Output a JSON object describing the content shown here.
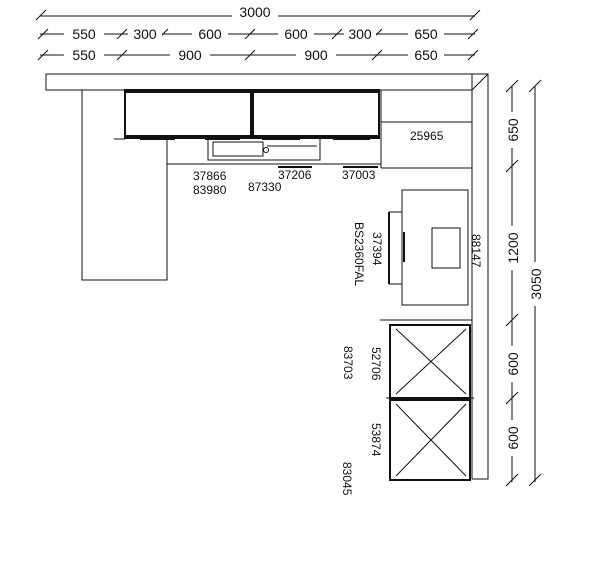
{
  "dimensions": {
    "total_top": "3000",
    "row1": [
      "550",
      "300",
      "600",
      "600",
      "300",
      "650"
    ],
    "row2": [
      "550",
      "900",
      "900",
      "650"
    ],
    "right": [
      "650",
      "1200",
      "600",
      "600"
    ],
    "right_total": "3050"
  },
  "labels": {
    "top_corner": "25965",
    "a": "37866",
    "b": "83980",
    "c": "37206",
    "d": "87330",
    "e": "37003",
    "v1": "BS2360FAL",
    "v2": "37394",
    "v3": "88147",
    "v4": "83703",
    "v5": "52706",
    "v6": "53874",
    "v7": "83045"
  }
}
